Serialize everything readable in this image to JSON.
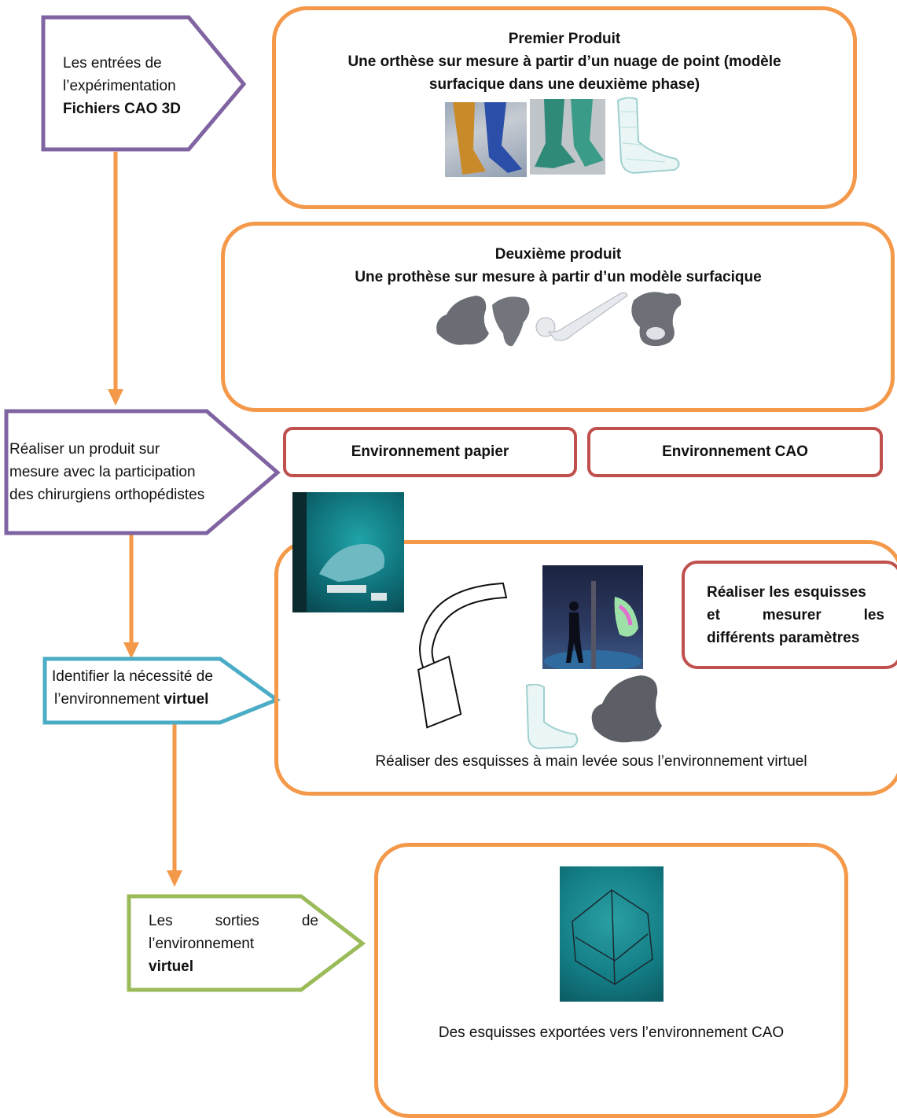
{
  "colors": {
    "orange": "#f4994a",
    "purple": "#8064a2",
    "teal": "#4bacc6",
    "green": "#9bbb59",
    "red": "#c0504d"
  },
  "inputs": {
    "line1": "Les entrées de",
    "line2": "l’expérimentation",
    "line3": "Fichiers CAO 3D"
  },
  "produit1": {
    "title": "Premier Produit",
    "line1": "Une orthèse sur mesure à partir d’un nuage de point (modèle",
    "line2": "surfacique dans une deuxième phase)"
  },
  "produit2": {
    "title": "Deuxième produit",
    "line1": "Une prothèse sur mesure à partir d’un modèle surfacique"
  },
  "realiser": {
    "line1": "Réaliser un produit sur",
    "line2": "mesure avec la participation",
    "line3": "des chirurgiens orthopédistes"
  },
  "env": {
    "papier": "Environnement papier",
    "cao": "Environnement CAO"
  },
  "virtuel_step": {
    "line1": "Identifier la nécessité de",
    "line2a": "l’environnement ",
    "line2b": "virtuel"
  },
  "esquisses_box": {
    "line1": "Réaliser les esquisses",
    "line2a": "et",
    "line2b": "mesurer",
    "line2c": "les",
    "line3": "différents paramètres"
  },
  "virtual_caption": "Réaliser des esquisses à main levée sous l’environnement virtuel",
  "sorties": {
    "w1": "Les",
    "w2": "sorties",
    "w3": "de",
    "line2": "l’environnement",
    "line3": "virtuel"
  },
  "export_caption": "Des esquisses exportées vers l’environnement CAO"
}
